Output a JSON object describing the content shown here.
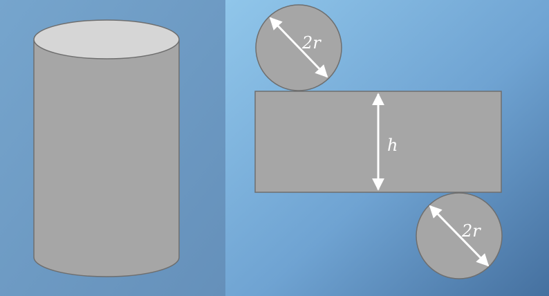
{
  "colors": {
    "left_panel_bg": "#6f9dc6",
    "right_panel_bg_top": "#8ec3e6",
    "right_panel_bg_bottom": "#4a77a9",
    "shape_fill": "#a6a6a6",
    "cylinder_top_fill": "#d6d6d6",
    "shape_stroke": "#6e6e6e",
    "arrow_color": "#ffffff"
  },
  "labels": {
    "top_circle_diameter": "2r",
    "rectangle_height": "h",
    "bottom_circle_diameter": "2r"
  }
}
